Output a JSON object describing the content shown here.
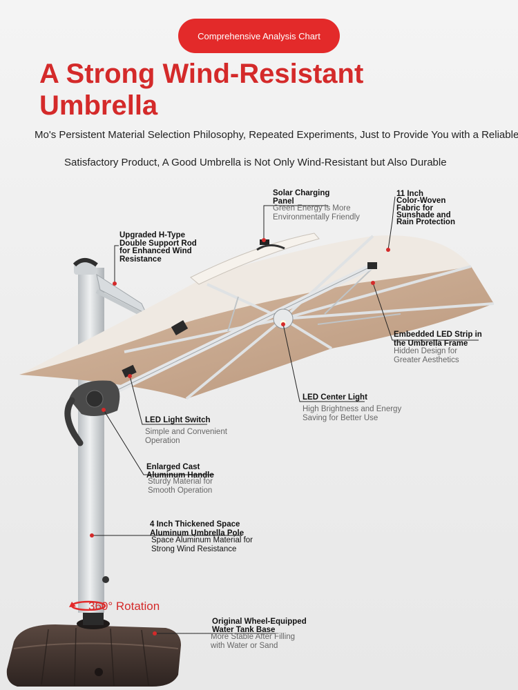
{
  "badge": {
    "label": "Comprehensive Analysis Chart"
  },
  "headline": {
    "line1": "A Strong Wind-Resistant",
    "line2": "Umbrella"
  },
  "subtitle": {
    "line1": "Mo's Persistent Material Selection Philosophy, Repeated Experiments, Just to Provide You with a Reliable",
    "line2": "Satisfactory Product, A Good Umbrella is Not Only Wind-Resistant but Also Durable"
  },
  "colors": {
    "accent": "#e32a2a",
    "headline": "#d42a2a",
    "canopy_top": "#efe9e2",
    "canopy_under": "#c9a88e",
    "pole": "#d9dde0",
    "base": "#3d302b"
  },
  "callouts": {
    "solar": {
      "title": "Solar Charging\nPanel",
      "desc": "Green Energy is More\nEnvironmentally Friendly"
    },
    "fabric": {
      "title": "11 Inch\nColor-Woven\nFabric for\nSunshade and\nRain Protection",
      "desc": ""
    },
    "rod": {
      "title": "Upgraded H-Type\nDouble Support Rod\nfor Enhanced Wind\nResistance",
      "desc": ""
    },
    "ledstrip": {
      "title": "Embedded LED Strip in\nthe Umbrella Frame",
      "desc": "Hidden Design for\nGreater Aesthetics"
    },
    "center": {
      "title": "LED Center Light",
      "desc": "High Brightness and Energy\nSaving for Better Use"
    },
    "switch": {
      "title": "LED Light Switch",
      "desc": "Simple and Convenient\nOperation"
    },
    "handle": {
      "title": "Enlarged Cast\nAluminum Handle",
      "desc": "Sturdy Material for\nSmooth Operation"
    },
    "pole": {
      "title": "4 Inch Thickened Space\nAluminum Umbrella Pole",
      "desc": "Space Aluminum Material for\nStrong Wind Resistance"
    },
    "base": {
      "title": "Original Wheel-Equipped\nWater Tank Base",
      "desc": "More Stable After Filling\nwith Water or Sand"
    }
  },
  "rotation": {
    "label": "360° Rotation"
  },
  "icons": [
    "rotation-arrow-icon",
    "solar-panel-icon"
  ]
}
